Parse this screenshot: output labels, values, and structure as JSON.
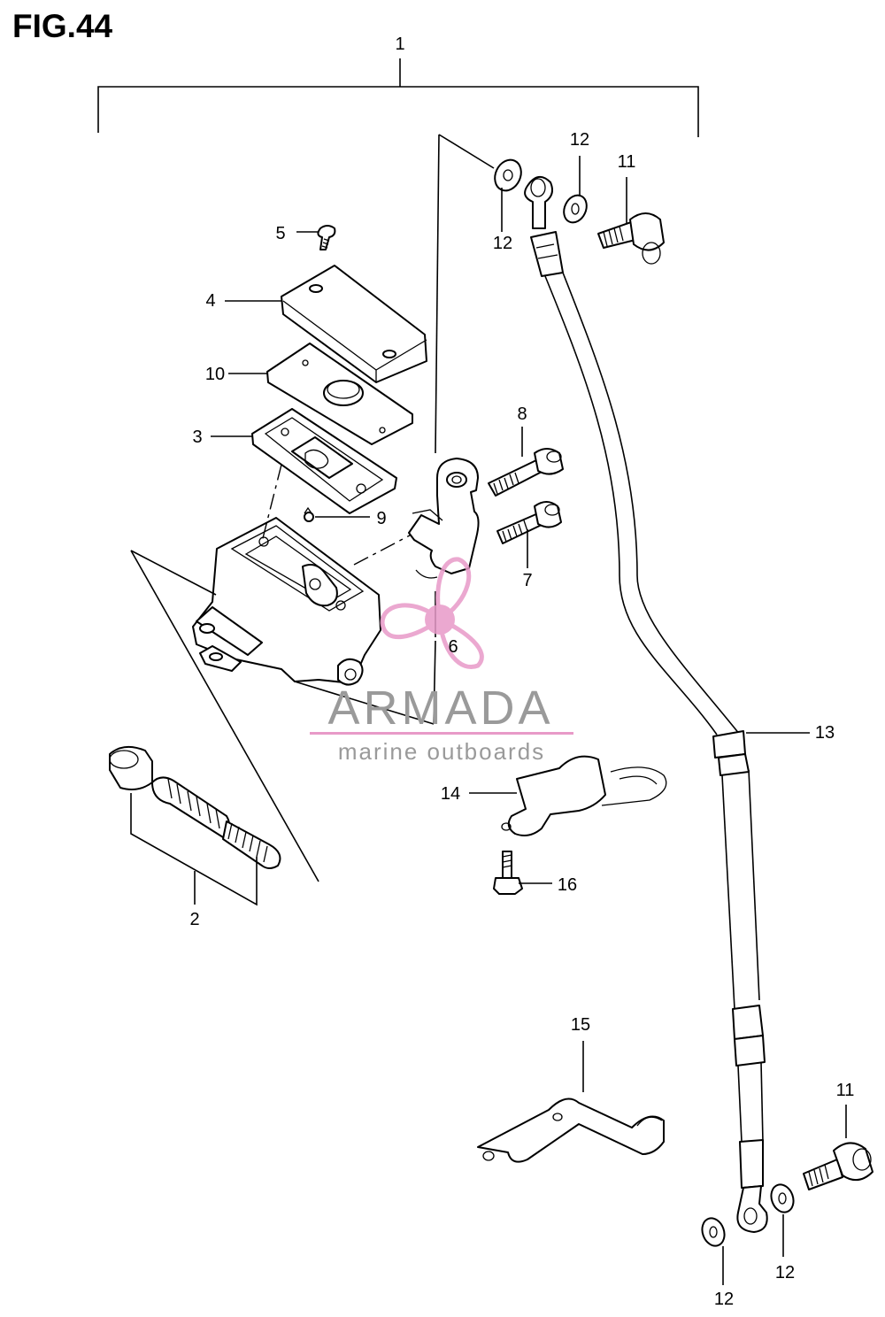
{
  "figure": {
    "title": "FIG.44"
  },
  "callouts": {
    "c1": "1",
    "c2": "2",
    "c3": "3",
    "c4": "4",
    "c5": "5",
    "c6": "6",
    "c7": "7",
    "c8": "8",
    "c9": "9",
    "c10": "10",
    "c11a": "11",
    "c11b": "11",
    "c12a": "12",
    "c12b": "12",
    "c12c": "12",
    "c12d": "12",
    "c13": "13",
    "c14": "14",
    "c15": "15",
    "c16": "16"
  },
  "watermark": {
    "brand": "ARMADA",
    "tagline": "marine outboards",
    "logo_icon": "propeller-logo",
    "colors": {
      "brand": "#e89ac8",
      "text": "#9a9a9a"
    }
  }
}
